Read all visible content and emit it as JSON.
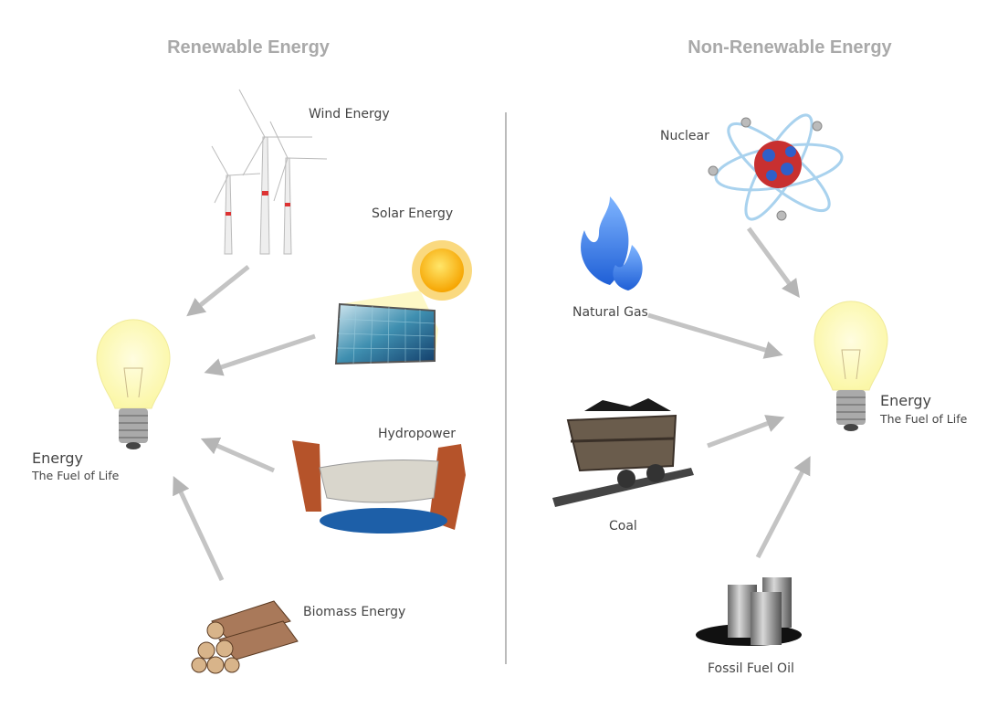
{
  "left": {
    "title": "Renewable Energy",
    "sources": [
      "Wind Energy",
      "Solar Energy",
      "Hydropower",
      "Biomass Energy"
    ],
    "target": {
      "title": "Energy",
      "subtitle": "The Fuel of Life"
    }
  },
  "right": {
    "title": "Non-Renewable Energy",
    "sources": [
      "Nuclear",
      "Natural Gas",
      "Coal",
      "Fossil Fuel Oil"
    ],
    "target": {
      "title": "Energy",
      "subtitle": "The Fuel of Life"
    }
  },
  "colors": {
    "heading": "#a9a9a9",
    "text": "#444444",
    "arrow": "#b5b5b5",
    "divider": "#bbbbbb"
  }
}
